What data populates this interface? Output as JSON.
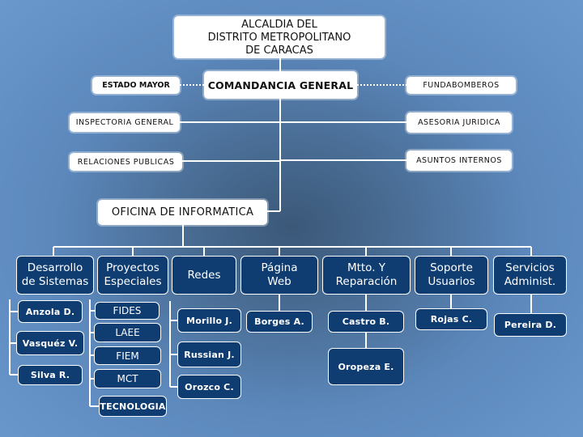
{
  "top": {
    "line1": "ALCALDIA DEL",
    "line2": "DISTRITO METROPOLITANO",
    "line3": "DE CARACAS"
  },
  "comandancia": "COMANDANCIA GENERAL",
  "staff_left": [
    "ESTADO MAYOR",
    "INSPECTORIA GENERAL",
    "RELACIONES PUBLICAS"
  ],
  "staff_right": [
    "FUNDABOMBEROS",
    "ASESORIA JURIDICA",
    "ASUNTOS INTERNOS"
  ],
  "oficina": "OFICINA DE INFORMATICA",
  "departments": [
    {
      "line1": "Desarrollo",
      "line2": "de Sistemas"
    },
    {
      "line1": "Proyectos",
      "line2": "Especiales"
    },
    {
      "line1": "Redes",
      "line2": ""
    },
    {
      "line1": "Página",
      "line2": "Web"
    },
    {
      "line1": "Mtto. Y",
      "line2": "Reparación"
    },
    {
      "line1": "Soporte",
      "line2": "Usuarios"
    },
    {
      "line1": "Servicios",
      "line2": "Administ."
    }
  ],
  "desarrollo_members": [
    "Anzola D.",
    "Vasquéz V.",
    "Silva R."
  ],
  "proyectos_members": [
    "FIDES",
    "LAEE",
    "FIEM",
    "MCT",
    "TECNOLOGIA"
  ],
  "redes_members": [
    "Morillo J.",
    "Russian J.",
    "Orozco C."
  ],
  "web_members": [
    "Borges A."
  ],
  "mtto_members": [
    "Castro B.",
    "Oropeza E."
  ],
  "soporte_members": [
    "Rojas C."
  ],
  "servicios_members": [
    "Pereira D."
  ]
}
